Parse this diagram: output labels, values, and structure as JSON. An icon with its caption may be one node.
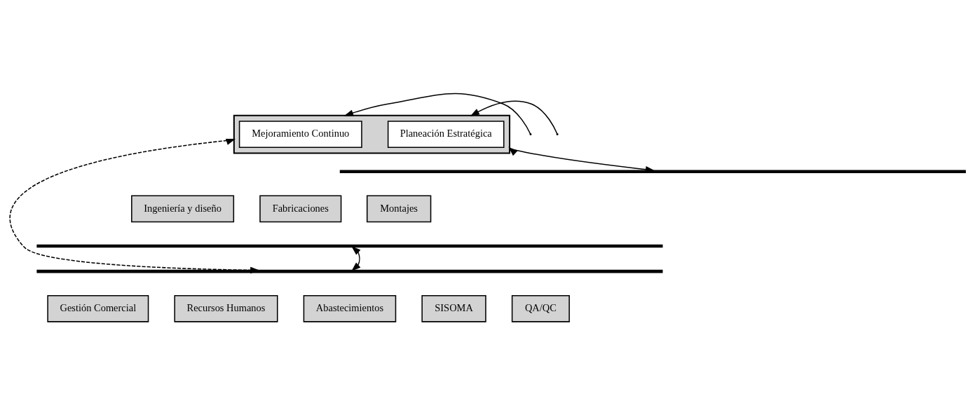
{
  "diagram": {
    "nodes": [
      {
        "text": [],
        "shape": "box"
      },
      {
        "text": [
          "Planeación Estratégica"
        ],
        "in": 0
      },
      {
        "text": [
          "Mejoramiento Continuo"
        ],
        "in": 0
      },
      {
        "text": [
          "Ingeniería y diseño"
        ]
      },
      {
        "text": [
          "Fabricaciones"
        ]
      },
      {
        "text": [
          "Montajes"
        ]
      },
      {
        "text": [
          "Gestión Comercial"
        ]
      },
      {
        "text": [
          "Recursos Humanos"
        ]
      },
      {
        "text": [
          "Abastecimientos"
        ]
      },
      {
        "text": [
          "SISOMA"
        ]
      },
      {
        "text": [
          "QA/QC"
        ]
      },
      {
        "text": [],
        "shape": "bar"
      },
      {
        "text": [],
        "shape": "bar"
      },
      {
        "text": [],
        "shape": "bar"
      }
    ],
    "edges": [
      {
        "from": null,
        "to": 0,
        "arrow": "to"
      },
      {
        "from": null,
        "to": 0,
        "arrow": "to"
      },
      {
        "from": 0,
        "to": 11,
        "arrow": "both"
      },
      {
        "from": 0,
        "to": 13,
        "arrow": "both",
        "style": "dashed"
      },
      {
        "from": 12,
        "to": 13,
        "arrow": "both"
      }
    ]
  }
}
